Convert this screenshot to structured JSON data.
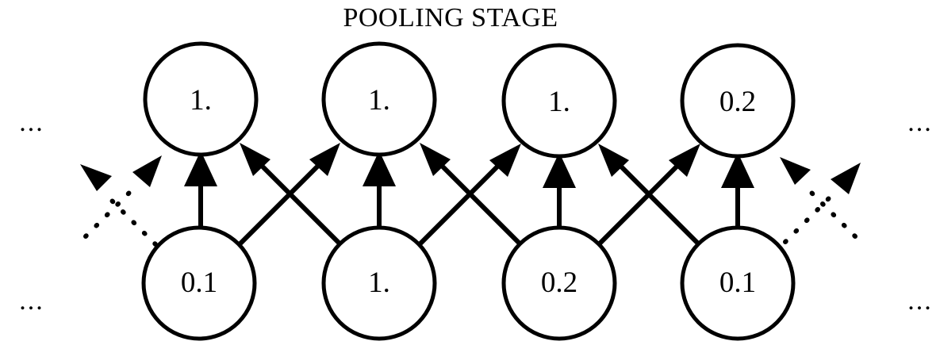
{
  "diagram": {
    "title": "POOLING STAGE",
    "type": "neural-network-pooling-layer",
    "background_color": "#ffffff",
    "stroke_color": "#000000",
    "layers": {
      "output_row": {
        "name": "pooling-output-row",
        "nodes": [
          {
            "id": "top-1",
            "value": "1."
          },
          {
            "id": "top-2",
            "value": "1."
          },
          {
            "id": "top-3",
            "value": "1."
          },
          {
            "id": "top-4",
            "value": "0.2"
          }
        ]
      },
      "input_row": {
        "name": "pooling-input-row",
        "nodes": [
          {
            "id": "bottom-1",
            "value": "0.1"
          },
          {
            "id": "bottom-2",
            "value": "1."
          },
          {
            "id": "bottom-3",
            "value": "0.2"
          },
          {
            "id": "bottom-4",
            "value": "0.1"
          }
        ]
      }
    },
    "continuation_marks": {
      "top_left": "...",
      "top_right": "...",
      "bottom_left": "...",
      "bottom_right": "..."
    }
  },
  "chart_data": {
    "type": "diagram",
    "title": "POOLING STAGE",
    "description": "Two rows of circular nodes connected by arrows forming a max-pooling style lattice. Each upper node receives arrows from the lower node directly beneath it and from the diagonally adjacent lower nodes.",
    "output_values": [
      "1.",
      "1.",
      "1.",
      "0.2"
    ],
    "input_values": [
      "0.1",
      "1.",
      "0.2",
      "0.1"
    ],
    "edges": [
      {
        "from": "bottom-1",
        "to": "top-1",
        "style": "solid",
        "direction": "vertical"
      },
      {
        "from": "bottom-1",
        "to": "top-2",
        "style": "solid",
        "direction": "diagonal-right"
      },
      {
        "from": "bottom-2",
        "to": "top-1",
        "style": "solid",
        "direction": "diagonal-left"
      },
      {
        "from": "bottom-2",
        "to": "top-2",
        "style": "solid",
        "direction": "vertical"
      },
      {
        "from": "bottom-2",
        "to": "top-3",
        "style": "solid",
        "direction": "diagonal-right"
      },
      {
        "from": "bottom-3",
        "to": "top-2",
        "style": "solid",
        "direction": "diagonal-left"
      },
      {
        "from": "bottom-3",
        "to": "top-3",
        "style": "solid",
        "direction": "vertical"
      },
      {
        "from": "bottom-3",
        "to": "top-4",
        "style": "solid",
        "direction": "diagonal-right"
      },
      {
        "from": "bottom-4",
        "to": "top-3",
        "style": "solid",
        "direction": "diagonal-left"
      },
      {
        "from": "bottom-4",
        "to": "top-4",
        "style": "solid",
        "direction": "vertical"
      },
      {
        "from": "offscreen-left",
        "to": "top-1",
        "style": "dotted",
        "direction": "diagonal-right"
      },
      {
        "from": "bottom-1",
        "to": "offscreen-left",
        "style": "dotted",
        "direction": "diagonal-left"
      },
      {
        "from": "bottom-4",
        "to": "offscreen-right",
        "style": "dotted",
        "direction": "diagonal-right"
      },
      {
        "from": "offscreen-right",
        "to": "top-4",
        "style": "dotted",
        "direction": "diagonal-left"
      }
    ]
  }
}
